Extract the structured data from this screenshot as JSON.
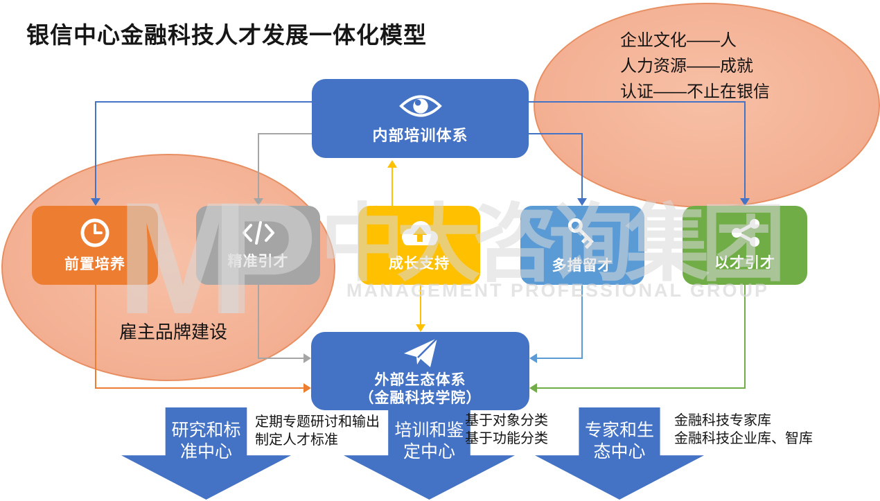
{
  "title": "银信中心金融科技人才发展一体化模型",
  "watermark": {
    "initials": "MP",
    "brand": "中大咨询集团",
    "tagline": "MANAGEMENT PROFESSIONAL GROUP"
  },
  "culture_ellipse": {
    "line1": "企业文化——人",
    "line2": "人力资源——成就",
    "line3": "认证——不止在银信"
  },
  "employer_brand_label": "雇主品牌建设",
  "nodes": {
    "internal_training": {
      "label": "内部培训体系",
      "icon": "eye-icon",
      "color": "#4472C4"
    },
    "pre_training": {
      "label": "前置培养",
      "icon": "clock-icon",
      "color": "#ED7D31"
    },
    "precise_recruit": {
      "label": "精准引才",
      "icon": "code-icon",
      "color": "#A5A5A5"
    },
    "growth_support": {
      "label": "成长支持",
      "icon": "cloud-upload-icon",
      "color": "#FFC000"
    },
    "multi_retention": {
      "label": "多措留才",
      "icon": "key-icon",
      "color": "#5B9BD5"
    },
    "talent_attract": {
      "label": "以才引才",
      "icon": "share-icon",
      "color": "#70AD47"
    },
    "external_eco": {
      "label": "外部生态体系",
      "sublabel": "（金融科技学院）",
      "icon": "paper-plane-icon",
      "color": "#4472C4"
    }
  },
  "centers": [
    {
      "line1": "研究和标",
      "line2": "准中心",
      "note1": "定期专题研讨和输出",
      "note2": "制定人才标准"
    },
    {
      "line1": "培训和鉴",
      "line2": "定中心",
      "note1": "基于对象分类",
      "note2": "基于功能分类"
    },
    {
      "line1": "专家和生",
      "line2": "态中心",
      "note1": "金融科技专家库",
      "note2": "金融科技企业库、智库"
    }
  ],
  "colors": {
    "primary_blue": "#4472C4",
    "light_blue": "#5B9BD5",
    "orange": "#ED7D31",
    "gray": "#A5A5A5",
    "yellow": "#FFC000",
    "green": "#70AD47",
    "peach_fill": "#F3AF92",
    "peach_border": "#E78F62",
    "text_black": "#141414",
    "watermark_gray": "#D9D9D9"
  }
}
